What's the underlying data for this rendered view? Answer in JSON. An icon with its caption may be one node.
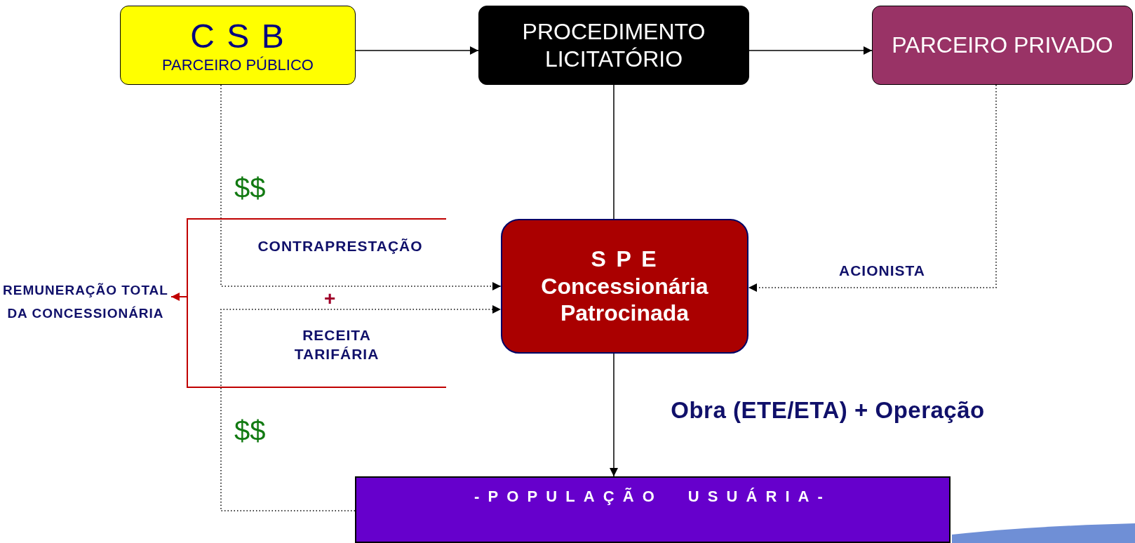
{
  "diagram": {
    "nodes": [
      {
        "text": [
          "C S B",
          "PARCEIRO PÚBLICO"
        ]
      },
      {
        "text": [
          "PROCEDIMENTO LICITATÓRIO"
        ]
      },
      {
        "text": [
          "PARCEIRO PRIVADO"
        ]
      },
      {
        "text": [
          "S P E",
          "Concessionária Patrocinada"
        ]
      },
      {
        "text": [
          "-POPULAÇÃO USUÁRIA-"
        ]
      },
      {
        "text": [
          "REMUNERAÇÃO TOTAL DA CONCESSIONÁRIA"
        ]
      }
    ],
    "edges": [
      {
        "from": 0,
        "to": 1,
        "arrow": "to"
      },
      {
        "from": 1,
        "to": 2,
        "arrow": "to"
      },
      {
        "from": 1,
        "to": 3,
        "arrow": "none"
      },
      {
        "from": 2,
        "to": 3,
        "arrow": "to",
        "style": "dashed",
        "label": "ACIONISTA"
      },
      {
        "from": 0,
        "to": 3,
        "arrow": "to",
        "style": "dashed",
        "label": "CONTRAPRESTAÇÃO"
      },
      {
        "from": 4,
        "to": 3,
        "arrow": "to",
        "style": "dashed",
        "label": "RECEITA TARIFÁRIA"
      },
      {
        "from": 3,
        "to": 4,
        "arrow": "to",
        "label": "Obra (ETE/ETA) + Operação"
      },
      {
        "from": null,
        "to": 5,
        "arrow": "to",
        "color": "#c00000"
      }
    ],
    "labels": [
      "$$",
      "+",
      "$$"
    ]
  }
}
